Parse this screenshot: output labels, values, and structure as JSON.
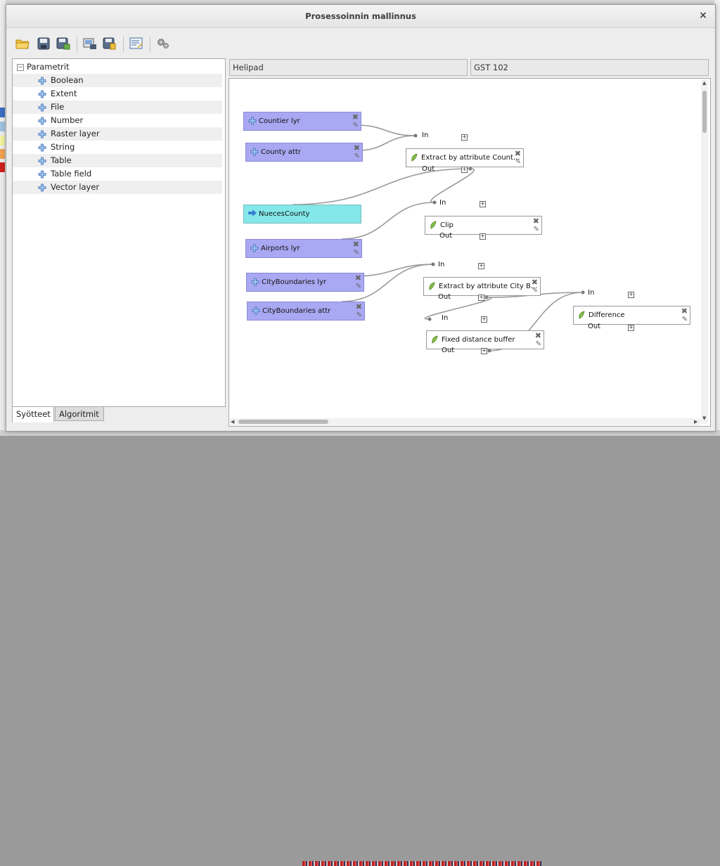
{
  "window": {
    "title": "Prosessoinnin mallinnus",
    "close_label": "×"
  },
  "toolbar": {
    "buttons": [
      {
        "name": "open-model-button",
        "icon": "folder-icon"
      },
      {
        "name": "save-model-button",
        "icon": "save-icon"
      },
      {
        "name": "save-as-button",
        "icon": "save-as-icon"
      },
      {
        "name": "export-image-button",
        "icon": "export-image-icon"
      },
      {
        "name": "export-python-button",
        "icon": "export-script-icon"
      },
      {
        "name": "edit-help-button",
        "icon": "edit-help-icon"
      },
      {
        "name": "run-model-button",
        "icon": "gears-icon"
      }
    ]
  },
  "tree": {
    "root": "Parametrit",
    "items": [
      "Boolean",
      "Extent",
      "File",
      "Number",
      "Raster layer",
      "String",
      "Table",
      "Table field",
      "Vector layer"
    ]
  },
  "tabs": [
    {
      "label": "Syötteet",
      "active": true
    },
    {
      "label": "Algoritmit",
      "active": false
    }
  ],
  "model": {
    "name": "Helipad",
    "group": "GST 102"
  },
  "canvas": {
    "inputs": [
      "Countier lyr",
      "County attr",
      "Airports lyr",
      "CityBoundaries lyr",
      "CityBoundaries attr"
    ],
    "output": "NuecesCounty",
    "algorithms": [
      "Extract by attribute Count...",
      "Clip",
      "Extract by attribute City B...",
      "Fixed distance buffer",
      "Difference"
    ],
    "port_in": "In",
    "port_out": "Out",
    "port_toggle": "+",
    "delete_glyph": "✖",
    "edit_glyph": "✎"
  },
  "colors": {
    "input_node": "#a9a8f2",
    "output_node": "#84e8ea",
    "link": "#9a9a9a"
  }
}
